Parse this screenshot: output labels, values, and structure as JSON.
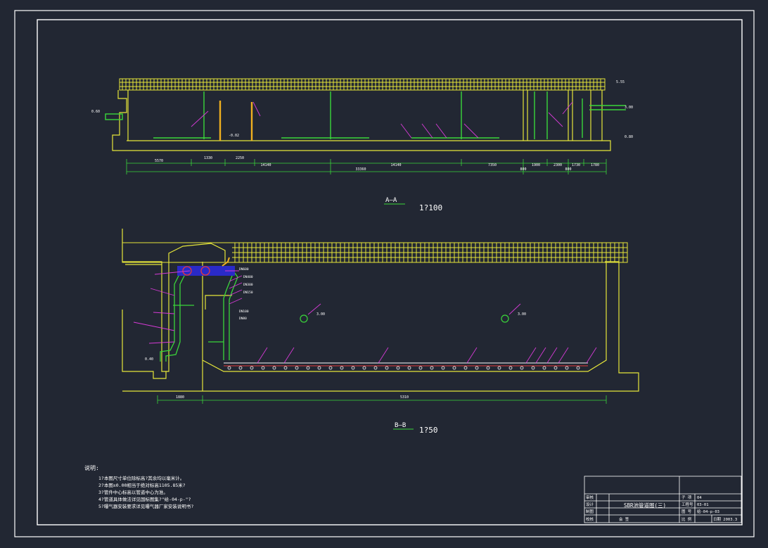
{
  "colors": {
    "background": "#222733",
    "frame": "#ffffff",
    "structure": "#e6e63a",
    "pipe_green": "#3ad63a",
    "pipe_magenta": "#d63ad6",
    "pipe_blue": "#3a3ad6",
    "pipe_red": "#e63a3a",
    "accent_cyan": "#3ad6d6",
    "text": "#ffffff"
  },
  "section_aa": {
    "title": "A—A",
    "scale": "1?100",
    "dimensions": [
      "5570",
      "1330",
      "2250",
      "14140",
      "14140",
      "7350",
      "1900",
      "2300",
      "1730",
      "1780",
      "33360",
      "800",
      "800"
    ],
    "levels": [
      "0.60",
      "5.55",
      "3.00",
      "0.80",
      "-0.02"
    ]
  },
  "section_bb": {
    "title": "B—B",
    "scale": "1?50",
    "dimensions": [
      "1880",
      "5310"
    ],
    "levels": [
      "3.00",
      "3.00",
      "0.40"
    ],
    "labels": [
      "DN600",
      "DN400",
      "DN300",
      "DN150",
      "DN100",
      "DN80"
    ]
  },
  "notes": {
    "heading": "说明:",
    "items": [
      "1?本图尺寸单位除标高?其余均以毫米计。",
      "2?本图±0.00相当于绝对标高1105.85米?",
      "3?管件中心标高以管道中心为准。",
      "4?管道具体做法详见国标图集?\"给-04-p-\"?",
      "5?曝气器安装要求详见曝气器厂家安装说明书?"
    ]
  },
  "title_block": {
    "drawing_name": "SBR池管道图(三)",
    "rows": [
      {
        "label": "审核",
        "field": "子 项",
        "value": "04"
      },
      {
        "label": "设计",
        "field": "工程号",
        "value": "03-01"
      },
      {
        "label": "制图",
        "field": "图 号",
        "value": "给-04-p-03"
      },
      {
        "label": "校核",
        "field": "比 例",
        "value": "日期  2003.3"
      }
    ],
    "bottom_left": "会 签"
  }
}
